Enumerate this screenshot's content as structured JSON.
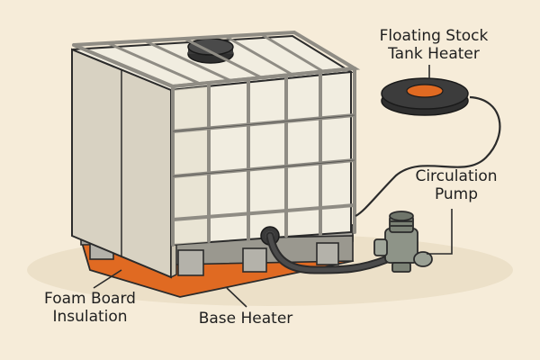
{
  "labels": {
    "stock_heater": [
      "Floating Stock",
      "Tank Heater"
    ],
    "pump": [
      "Circulation",
      "Pump"
    ],
    "foam": [
      "Foam Board",
      "Insulation"
    ],
    "base_heater": "Base Heater"
  },
  "colors": {
    "background": "#f6ecd9",
    "tank": "#f1ede0",
    "cage": "#8f8c84",
    "insulation": "#d8d2c2",
    "heater_pad": "#e06a22",
    "pump_body": "#8e9488",
    "outline": "#2b2b2b"
  }
}
